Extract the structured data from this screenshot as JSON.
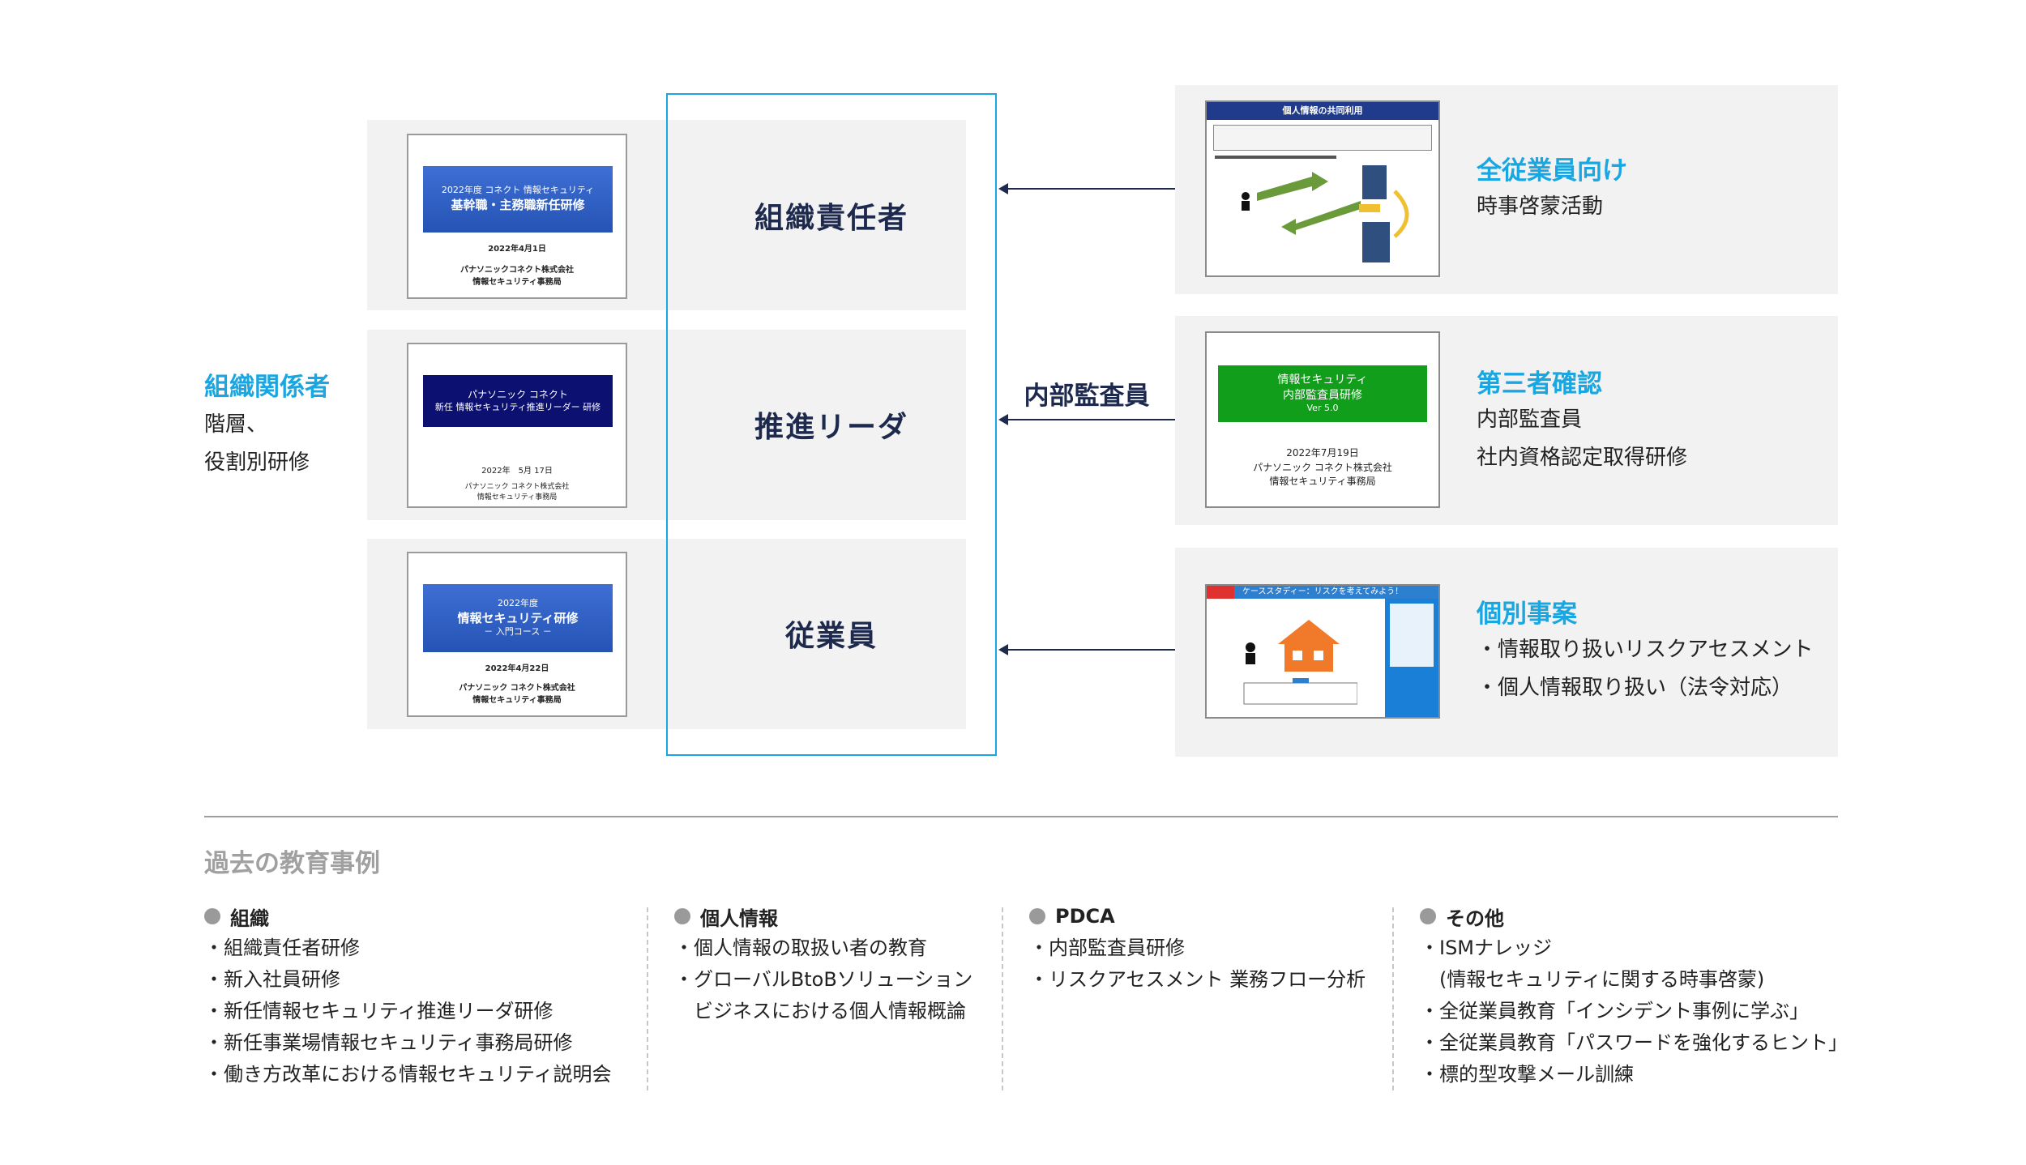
{
  "left_group": {
    "title": "組織関係者",
    "lines": [
      "階層、",
      "役割別研修"
    ]
  },
  "roles": [
    "組織責任者",
    "推進リーダ",
    "従業員"
  ],
  "slides": {
    "s1": {
      "banner": [
        "2022年度 コネクト 情報セキュリティ",
        "基幹職・主務職新任研修"
      ],
      "date": "2022年4月1日",
      "org": [
        "パナソニックコネクト株式会社",
        "情報セキュリティ事務局"
      ]
    },
    "s2": {
      "banner": [
        "パナソニック コネクト",
        "新任 情報セキュリティ推進リーダー 研修"
      ],
      "date": "2022年　5月 17日",
      "org": [
        "パナソニック コネクト株式会社",
        "情報セキュリティ事務局"
      ]
    },
    "s3": {
      "banner": [
        "2022年度",
        "情報セキュリティ研修",
        "－ 入門コース －"
      ],
      "date": "2022年4月22日",
      "org": [
        "パナソニック コネクト株式会社",
        "情報セキュリティ事務局"
      ]
    },
    "r1": {
      "title": "個人情報の共同利用"
    },
    "r2": {
      "banner": [
        "情報セキュリティ",
        "内部監査員研修",
        "Ver 5.0"
      ],
      "date": "2022年7月19日",
      "org": [
        "パナソニック コネクト株式会社",
        "情報セキュリティ事務局"
      ]
    },
    "r3": {
      "title": "ケーススタディー：リスクを考えてみよう！"
    }
  },
  "middle_label": "内部監査員",
  "right_items": [
    {
      "title": "全従業員向け",
      "lines": [
        "時事啓蒙活動"
      ]
    },
    {
      "title": "第三者確認",
      "lines": [
        "内部監査員",
        "社内資格認定取得研修"
      ]
    },
    {
      "title": "個別事案",
      "lines": [
        "・情報取り扱いリスクアセスメント",
        "・個人情報取り扱い（法令対応）"
      ]
    }
  ],
  "past": {
    "title": "過去の教育事例",
    "categories": [
      {
        "name": "組織",
        "items": [
          "・組織責任者研修",
          "・新入社員研修",
          "・新任情報セキュリティ推進リーダ研修",
          "・新任事業場情報セキュリティ事務局研修",
          "・働き方改革における情報セキュリティ説明会"
        ]
      },
      {
        "name": "個人情報",
        "items": [
          "・個人情報の取扱い者の教育",
          "・グローバルBtoBソリューション",
          "　ビジネスにおける個人情報概論"
        ]
      },
      {
        "name": "PDCA",
        "items": [
          "・内部監査員研修",
          "・リスクアセスメント 業務フロー分析"
        ]
      },
      {
        "name": "その他",
        "items": [
          "・ISMナレッジ",
          "　(情報セキュリティに関する時事啓蒙)",
          "・全従業員教育「インシデント事例に学ぶ」",
          "・全従業員教育「パスワードを強化するヒント」",
          "・標的型攻撃メール訓練"
        ]
      }
    ]
  },
  "colors": {
    "accent": "#1aa6e0",
    "navy": "#1d2a4d",
    "panel": "#f2f2f2"
  }
}
